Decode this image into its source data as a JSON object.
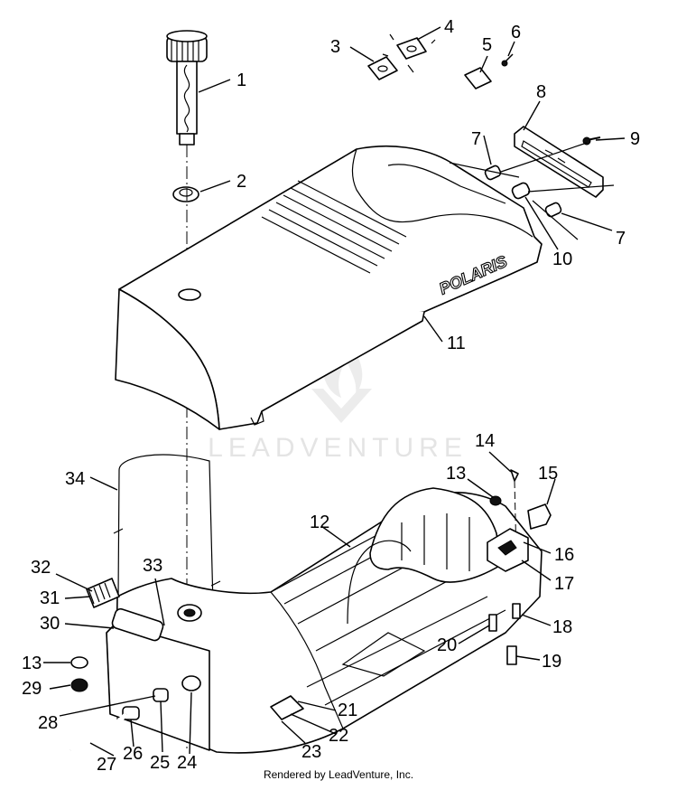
{
  "watermark": {
    "brand": "LEADVENTURE"
  },
  "seat_logo": "POLARIS",
  "footer": {
    "text": "Rendered by LeadVenture, Inc."
  },
  "callouts": [
    "1",
    "2",
    "3",
    "4",
    "5",
    "6",
    "7",
    "7",
    "8",
    "9",
    "10",
    "11",
    "12",
    "13",
    "13",
    "14",
    "15",
    "16",
    "17",
    "18",
    "19",
    "20",
    "21",
    "22",
    "23",
    "24",
    "25",
    "26",
    "27",
    "28",
    "29",
    "30",
    "31",
    "32",
    "33",
    "34"
  ]
}
